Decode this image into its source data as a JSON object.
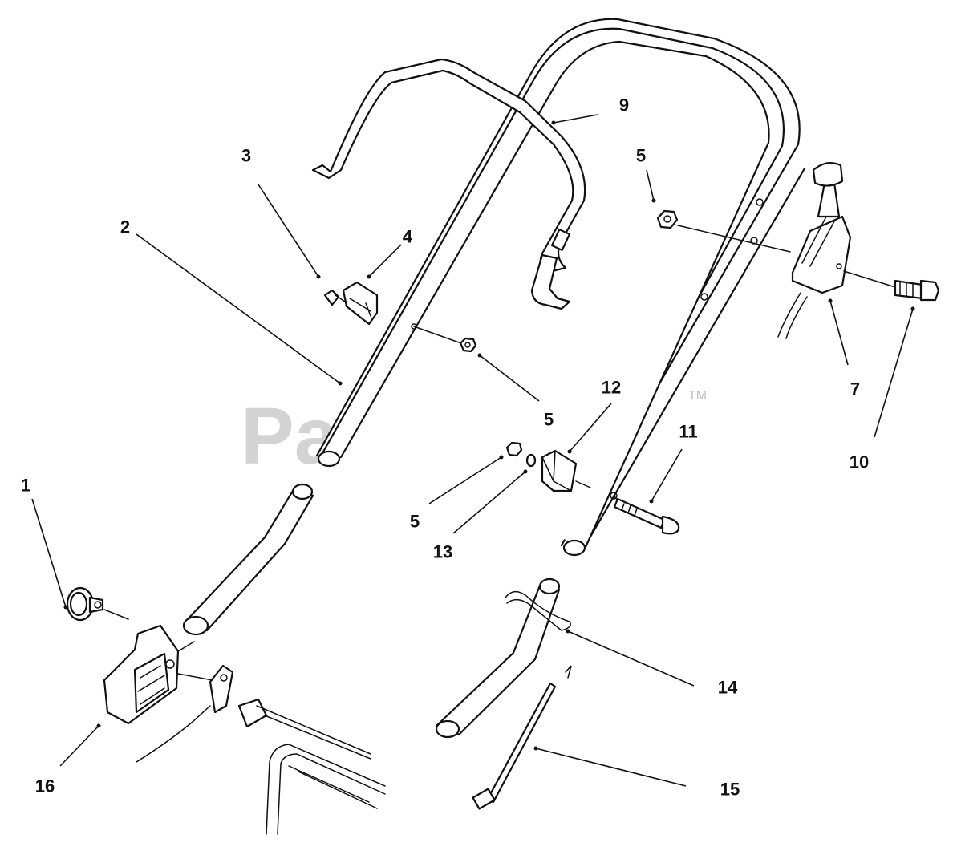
{
  "watermark": {
    "text": "PartsTree",
    "trademark": "TM"
  },
  "callouts": [
    {
      "id": "c1",
      "label": "1"
    },
    {
      "id": "c2",
      "label": "2"
    },
    {
      "id": "c3",
      "label": "3"
    },
    {
      "id": "c4",
      "label": "4"
    },
    {
      "id": "c5a",
      "label": "5"
    },
    {
      "id": "c5b",
      "label": "5"
    },
    {
      "id": "c5c",
      "label": "5"
    },
    {
      "id": "c7",
      "label": "7"
    },
    {
      "id": "c9",
      "label": "9"
    },
    {
      "id": "c10",
      "label": "10"
    },
    {
      "id": "c11",
      "label": "11"
    },
    {
      "id": "c12",
      "label": "12"
    },
    {
      "id": "c13",
      "label": "13"
    },
    {
      "id": "c14",
      "label": "14"
    },
    {
      "id": "c15",
      "label": "15"
    },
    {
      "id": "c16",
      "label": "16"
    }
  ]
}
